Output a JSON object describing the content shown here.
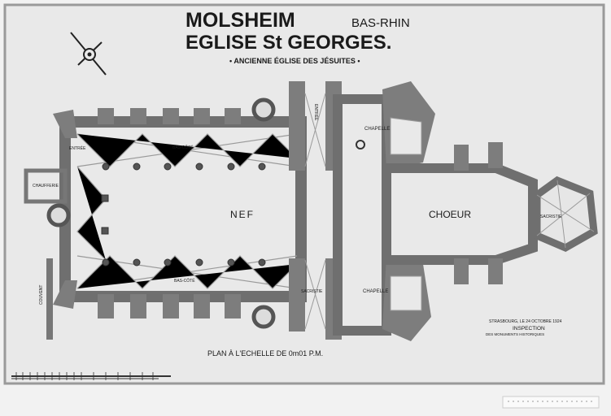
{
  "title": {
    "line1": "MOLSHEIM",
    "region": "BAS-RHIN",
    "line2": "EGLISE St GEORGES.",
    "subtitle": "• ANCIENNE ÉGLISE DES JÉSUITES •"
  },
  "labels": {
    "nef": "NEF",
    "choeur": "CHOEUR",
    "chapelle_north": "CHAPELLE",
    "chapelle_south": "CHAPELLE",
    "sacristie_east": "SACRISTIE",
    "sacristie_south": "SACRISTIE",
    "bas_cote_north": "BAS-CÔTÉ",
    "bas_cote_south": "BAS-CÔTÉ",
    "entree_west": "ENTRÉE",
    "entree_north": "ENTRÉE",
    "chaufferie": "CHAUFFERIE",
    "couvent": "COUVENT"
  },
  "scale_caption": "PLAN À L'ECHELLE DE 0m01 P.M.",
  "signature": {
    "place_date": "STRASBOURG, LE 24 OCTOBRE 1924",
    "office": "INSPECTION",
    "office_sub": "DES MONUMENTS HISTORIQUES"
  },
  "colors": {
    "paper": "#e9e9e9",
    "wall": "#7d7d7d",
    "ink": "#1a1a1a"
  }
}
